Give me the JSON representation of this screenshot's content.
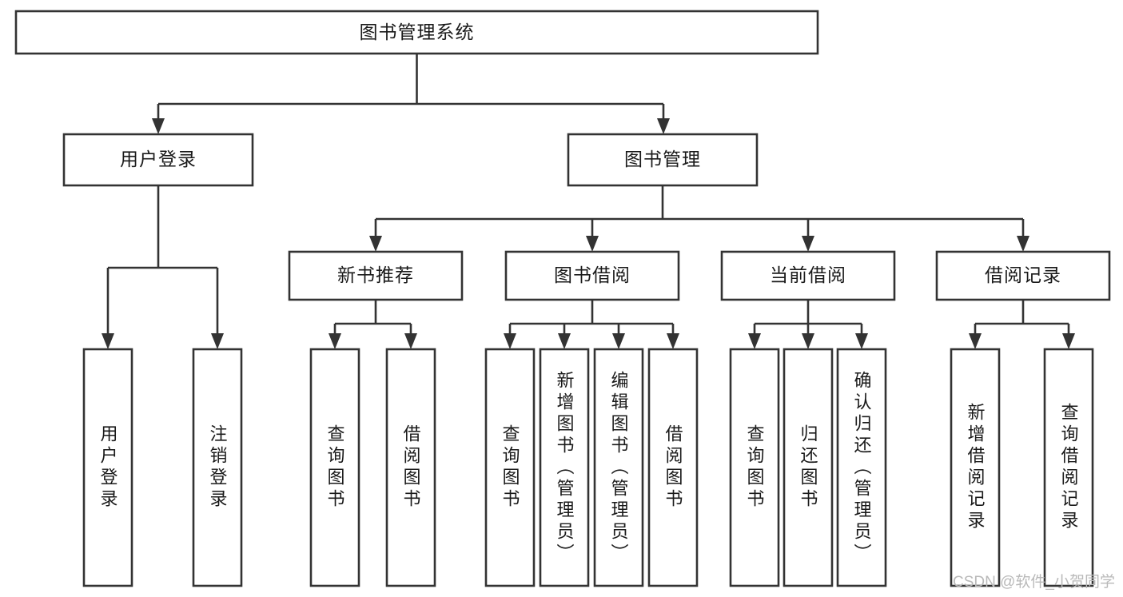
{
  "diagram": {
    "type": "tree-hierarchy-chart",
    "title": "图书管理系统",
    "background_color": "#ffffff",
    "line_color": "#333333",
    "text_color": "#1a1a1a",
    "levels": [
      {
        "level": 1,
        "nodes": [
          {
            "id": "root",
            "label": "图书管理系统",
            "orientation": "horizontal"
          }
        ]
      },
      {
        "level": 2,
        "nodes": [
          {
            "id": "login",
            "label": "用户登录",
            "orientation": "horizontal",
            "parent": "root"
          },
          {
            "id": "bookmgmt",
            "label": "图书管理",
            "orientation": "horizontal",
            "parent": "root"
          }
        ]
      },
      {
        "level": 3,
        "nodes": [
          {
            "id": "newbook",
            "label": "新书推荐",
            "orientation": "horizontal",
            "parent": "bookmgmt"
          },
          {
            "id": "borrow",
            "label": "图书借阅",
            "orientation": "horizontal",
            "parent": "bookmgmt"
          },
          {
            "id": "current",
            "label": "当前借阅",
            "orientation": "horizontal",
            "parent": "bookmgmt"
          },
          {
            "id": "records",
            "label": "借阅记录",
            "orientation": "horizontal",
            "parent": "bookmgmt"
          }
        ]
      },
      {
        "level": 4,
        "nodes": [
          {
            "id": "leaf1",
            "label": "用户登录",
            "orientation": "vertical",
            "parent": "login"
          },
          {
            "id": "leaf2",
            "label": "注销登录",
            "orientation": "vertical",
            "parent": "login"
          },
          {
            "id": "leaf3",
            "label": "查询图书",
            "orientation": "vertical",
            "parent": "newbook"
          },
          {
            "id": "leaf4",
            "label": "借阅图书",
            "orientation": "vertical",
            "parent": "newbook"
          },
          {
            "id": "leaf5",
            "label": "查询图书",
            "orientation": "vertical",
            "parent": "borrow"
          },
          {
            "id": "leaf6",
            "label": "新增图书（管理员）",
            "orientation": "vertical",
            "parent": "borrow"
          },
          {
            "id": "leaf7",
            "label": "编辑图书（管理员）",
            "orientation": "vertical",
            "parent": "borrow"
          },
          {
            "id": "leaf8",
            "label": "借阅图书",
            "orientation": "vertical",
            "parent": "borrow"
          },
          {
            "id": "leaf9",
            "label": "查询图书",
            "orientation": "vertical",
            "parent": "current"
          },
          {
            "id": "leaf10",
            "label": "归还图书",
            "orientation": "vertical",
            "parent": "current"
          },
          {
            "id": "leaf11",
            "label": "确认归还（管理员）",
            "orientation": "vertical",
            "parent": "current"
          },
          {
            "id": "leaf12",
            "label": "新增借阅记录",
            "orientation": "vertical",
            "parent": "records"
          },
          {
            "id": "leaf13",
            "label": "查询借阅记录",
            "orientation": "vertical",
            "parent": "records"
          }
        ]
      }
    ]
  },
  "watermark": {
    "text": "CSDN @软件_小贺同学",
    "color": "#b9b9b9"
  }
}
